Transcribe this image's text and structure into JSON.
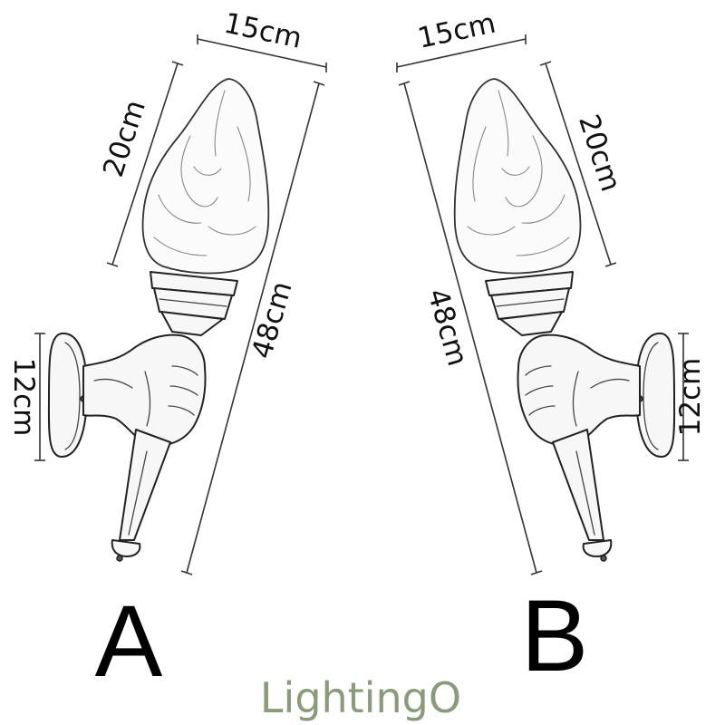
{
  "variants": [
    {
      "label": "A",
      "dimensions": {
        "width": "15cm",
        "flame_height": "20cm",
        "total_length": "48cm",
        "base_height": "12cm"
      }
    },
    {
      "label": "B",
      "dimensions": {
        "width": "15cm",
        "flame_height": "20cm",
        "total_length": "48cm",
        "base_height": "12cm"
      }
    }
  ],
  "brand": {
    "text": "LightingO",
    "text_color": "#8a9a7a",
    "accent_color": "#a7b894"
  }
}
